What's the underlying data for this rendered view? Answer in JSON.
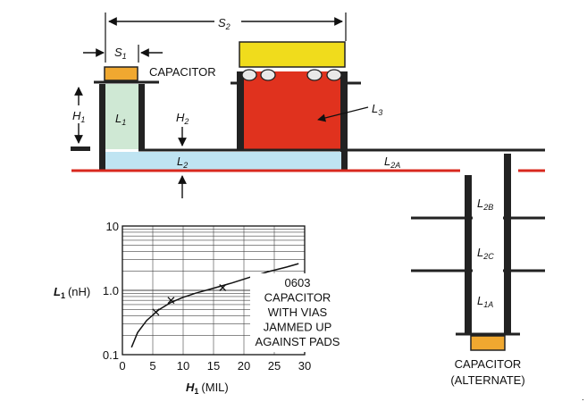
{
  "labels": {
    "s1": "S",
    "s1_sub": "1",
    "s2": "S",
    "s2_sub": "2",
    "capacitor_top": "CAPACITOR",
    "h1": "H",
    "h1_sub": "1",
    "l1": "L",
    "l1_sub": "1",
    "h2": "H",
    "h2_sub": "2",
    "l2": "L",
    "l2_sub": "2",
    "l2a": "L",
    "l2a_sub": "2A",
    "l3": "L",
    "l3_sub": "3",
    "l2b": "L",
    "l2b_sub": "2B",
    "l2c": "L",
    "l2c_sub": "2C",
    "l1a": "L",
    "l1a_sub": "1A",
    "cap_alt_line1": "CAPACITOR",
    "cap_alt_line2": "(ALTERNATE)"
  },
  "colors": {
    "pad": "#f0a830",
    "capacitor_body": "#f0dc1c",
    "via_fill_left": "#cfe8d4",
    "via_fill_right": "#e0321e",
    "plane_fill": "#bfe4f2",
    "ground_plane": "#d8281e",
    "metal": "#222222"
  },
  "chart_data": {
    "type": "line",
    "title": "",
    "xlabel": "H",
    "xlabel_sub": "1",
    "xlabel_unit": "(MIL)",
    "ylabel": "L",
    "ylabel_sub": "1",
    "ylabel_unit": "(nH)",
    "xlim": [
      0,
      30
    ],
    "ylim": [
      0.1,
      10
    ],
    "yscale": "log",
    "grid": true,
    "x_ticks": [
      "0",
      "5",
      "10",
      "15",
      "20",
      "25",
      "30"
    ],
    "y_ticks": [
      "0.1",
      "1.0",
      "10"
    ],
    "series": [
      {
        "name": "",
        "x": [
          1.5,
          2.5,
          4,
          6,
          8,
          10,
          12,
          15,
          18,
          21,
          24,
          27,
          29
        ],
        "y": [
          0.13,
          0.22,
          0.34,
          0.5,
          0.65,
          0.78,
          0.9,
          1.08,
          1.3,
          1.6,
          1.95,
          2.3,
          2.6
        ]
      }
    ],
    "markers": [
      {
        "x": 5.5,
        "y": 0.46
      },
      {
        "x": 8,
        "y": 0.7
      },
      {
        "x": 16.5,
        "y": 1.1
      }
    ],
    "annotation": [
      "0603",
      "CAPACITOR",
      "WITH VIAS",
      "JAMMED UP",
      "AGAINST PADS"
    ]
  }
}
